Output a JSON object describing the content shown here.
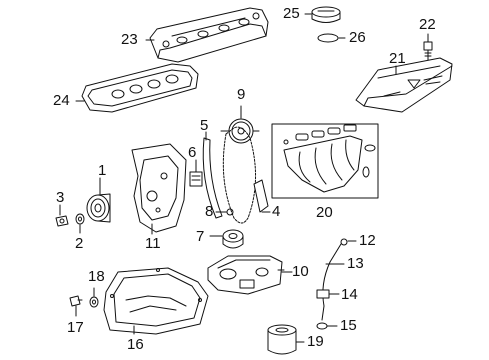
{
  "diagram": {
    "callouts": [
      {
        "id": "c1",
        "text": "1"
      },
      {
        "id": "c2",
        "text": "2"
      },
      {
        "id": "c3",
        "text": "3"
      },
      {
        "id": "c4",
        "text": "4"
      },
      {
        "id": "c5",
        "text": "5"
      },
      {
        "id": "c6",
        "text": "6"
      },
      {
        "id": "c7",
        "text": "7"
      },
      {
        "id": "c8",
        "text": "8"
      },
      {
        "id": "c9",
        "text": "9"
      },
      {
        "id": "c10",
        "text": "10"
      },
      {
        "id": "c11",
        "text": "11"
      },
      {
        "id": "c12",
        "text": "12"
      },
      {
        "id": "c13",
        "text": "13"
      },
      {
        "id": "c14",
        "text": "14"
      },
      {
        "id": "c15",
        "text": "15"
      },
      {
        "id": "c16",
        "text": "16"
      },
      {
        "id": "c17",
        "text": "17"
      },
      {
        "id": "c18",
        "text": "18"
      },
      {
        "id": "c19",
        "text": "19"
      },
      {
        "id": "c20",
        "text": "20"
      },
      {
        "id": "c21",
        "text": "21"
      },
      {
        "id": "c22",
        "text": "22"
      },
      {
        "id": "c23",
        "text": "23"
      },
      {
        "id": "c24",
        "text": "24"
      },
      {
        "id": "c25",
        "text": "25"
      },
      {
        "id": "c26",
        "text": "26"
      }
    ],
    "colors": {
      "line": "#111111",
      "fill": "#ffffff",
      "shade": "#d9d9d9"
    }
  }
}
